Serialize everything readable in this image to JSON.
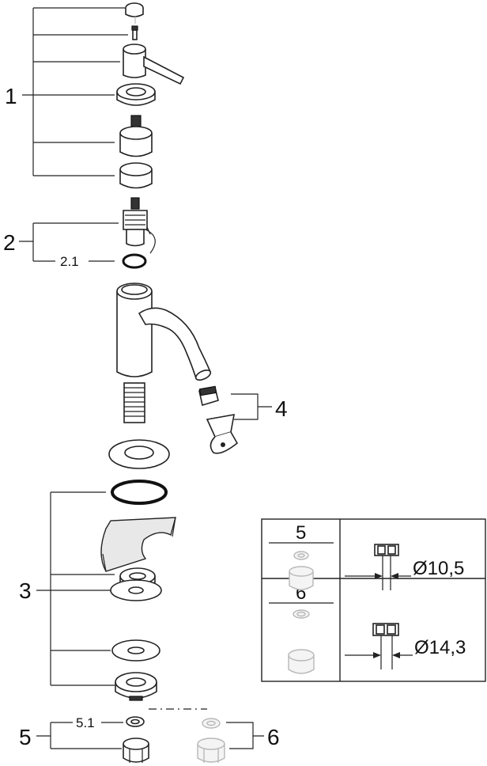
{
  "callouts": {
    "c1": "1",
    "c2": "2",
    "c2_1": "2.1",
    "c3": "3",
    "c4": "4",
    "c5": "5",
    "c5_1": "5.1",
    "c6": "6"
  },
  "table": {
    "row5": {
      "label": "5",
      "diameter": "Ø10,5"
    },
    "row6": {
      "label": "6",
      "diameter": "Ø14,3"
    }
  },
  "colors": {
    "line": "#222222",
    "ghost_part": "#b8b8b8"
  }
}
